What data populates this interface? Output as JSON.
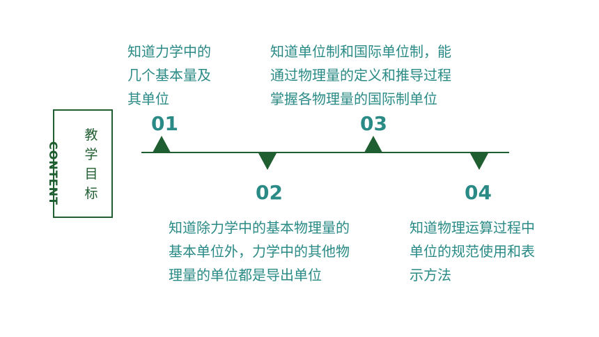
{
  "sidebar": {
    "english_label": "CONTENT",
    "chinese_label": [
      "教",
      "学",
      "目",
      "标"
    ]
  },
  "items": [
    {
      "number": "01",
      "lines": [
        "知道力学中的",
        "几个基本量及",
        "其单位"
      ]
    },
    {
      "number": "02",
      "lines": [
        "知道除力学中的基本物理量的",
        "基本单位外，力学中的其他物",
        "理量的单位都是导出单位"
      ]
    },
    {
      "number": "03",
      "lines": [
        "知道单位制和国际单位制，能",
        "通过物理量的定义和推导过程",
        "掌握各物理量的国际制单位"
      ]
    },
    {
      "number": "04",
      "lines": [
        "知道物理运算过程中",
        "单位的规范使用和表",
        "示方法"
      ]
    }
  ],
  "colors": {
    "dark_green": "#1f5e30",
    "teal": "#2a8a86"
  }
}
